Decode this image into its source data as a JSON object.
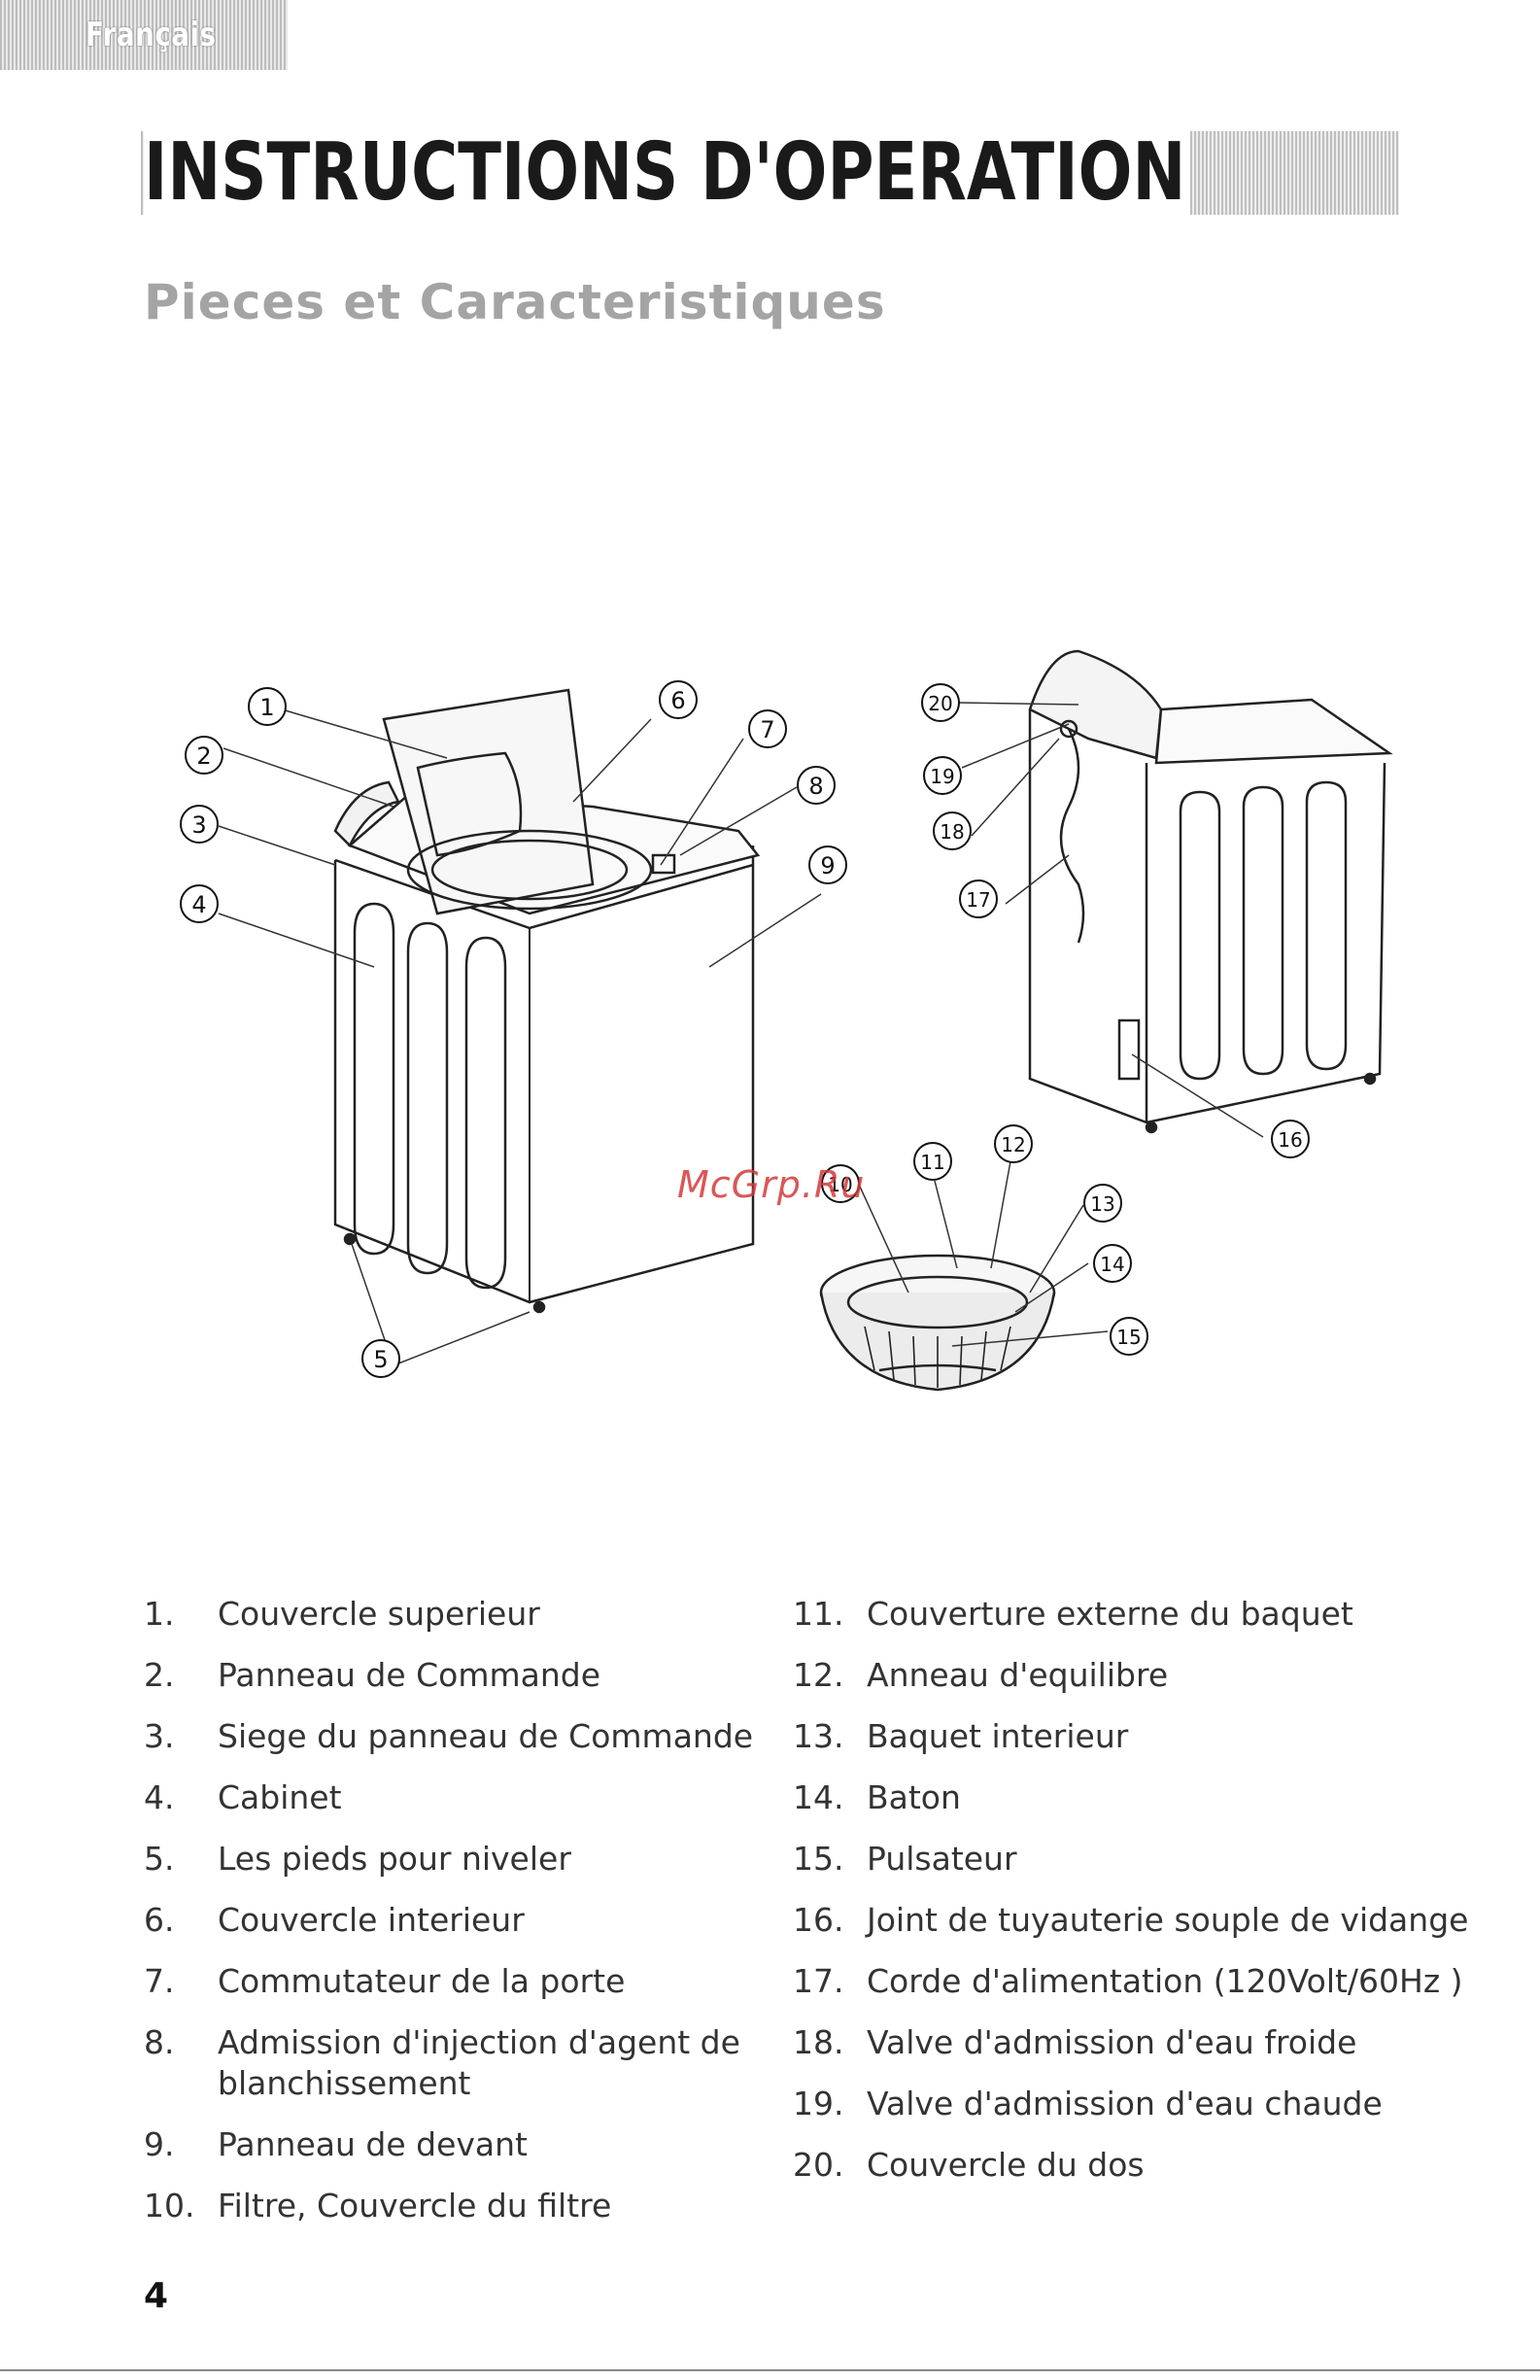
{
  "header": {
    "language_tab": "Français",
    "title": "INSTRUCTIONS D'OPERATION",
    "subtitle": "Pieces et Caracteristiques"
  },
  "diagram": {
    "callouts": [
      "1",
      "2",
      "3",
      "4",
      "5",
      "6",
      "7",
      "8",
      "9",
      "10",
      "11",
      "12",
      "13",
      "14",
      "15",
      "16",
      "17",
      "18",
      "19",
      "20"
    ]
  },
  "watermark": "McGrp.Ru",
  "parts_left": [
    {
      "num": "1.",
      "label": "Couvercle superieur"
    },
    {
      "num": "2.",
      "label": "Panneau de Commande"
    },
    {
      "num": "3.",
      "label": "Siege du panneau de Commande"
    },
    {
      "num": "4.",
      "label": "Cabinet"
    },
    {
      "num": "5.",
      "label": "Les pieds pour niveler"
    },
    {
      "num": "6.",
      "label": "Couvercle interieur"
    },
    {
      "num": "7.",
      "label": "Commutateur de la porte"
    },
    {
      "num": "8.",
      "label": "Admission d'injection d'agent de blanchissement"
    },
    {
      "num": "9.",
      "label": "Panneau de devant"
    },
    {
      "num": "10.",
      "label": "Filtre, Couvercle du filtre"
    }
  ],
  "parts_right": [
    {
      "num": "11.",
      "label": "Couverture externe du baquet"
    },
    {
      "num": "12.",
      "label": "Anneau d'equilibre"
    },
    {
      "num": "13.",
      "label": "Baquet interieur"
    },
    {
      "num": "14.",
      "label": "Baton"
    },
    {
      "num": "15.",
      "label": "Pulsateur"
    },
    {
      "num": "16.",
      "label": "Joint de tuyauterie souple de vidange"
    },
    {
      "num": "17.",
      "label": "Corde d'alimentation (120Volt/60Hz )"
    },
    {
      "num": "18.",
      "label": "Valve d'admission d'eau froide"
    },
    {
      "num": "19.",
      "label": "Valve d'admission d'eau chaude"
    },
    {
      "num": "20.",
      "label": "Couvercle du dos"
    }
  ],
  "footer": {
    "page_number": "4"
  }
}
